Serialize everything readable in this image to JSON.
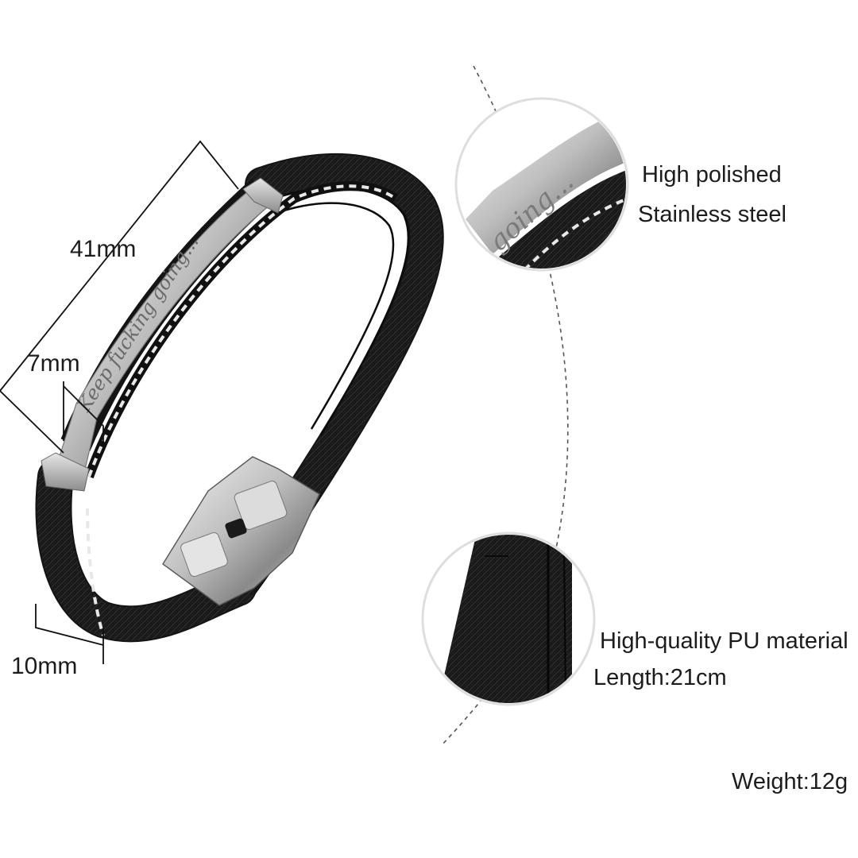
{
  "dimensions": {
    "length": "41mm",
    "plate_width": "7mm",
    "band_width": "10mm"
  },
  "features": {
    "steel": {
      "line1": "High polished",
      "line2": "Stainless steel"
    },
    "material": {
      "line1": "High-quality PU material",
      "line2": "Length:21cm"
    },
    "weight": "Weight:12g"
  },
  "engraving": "Keep fucking going..."
}
